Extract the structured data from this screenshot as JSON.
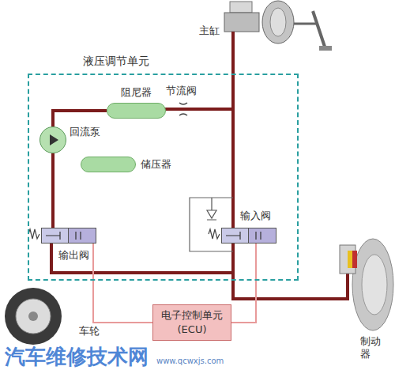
{
  "diagram": {
    "nodes": [
      {
        "text": [
          "液压调节单元"
        ]
      },
      {
        "text": [
          "阻尼器"
        ],
        "in": 0
      },
      {
        "text": [
          "回流泵"
        ],
        "in": 0
      },
      {
        "text": [
          "储压器"
        ],
        "in": 0
      },
      {
        "text": [
          "输出阀"
        ],
        "in": 0
      },
      {
        "text": [
          "输入阀"
        ],
        "in": 0
      },
      {
        "text": [
          "电子控制单元 (ECU)"
        ]
      }
    ],
    "edges": [
      {
        "from": 4,
        "to": 2,
        "arrow": "none"
      },
      {
        "from": 2,
        "to": 1,
        "arrow": "none"
      },
      {
        "from": 6,
        "to": 4,
        "arrow": "none"
      },
      {
        "from": 6,
        "to": 5,
        "arrow": "none"
      }
    ],
    "labels": [
      "主缸",
      "节流阀",
      "车轮",
      "制动器",
      "汽车维修技术网",
      "www.qcwxjs.com"
    ]
  }
}
